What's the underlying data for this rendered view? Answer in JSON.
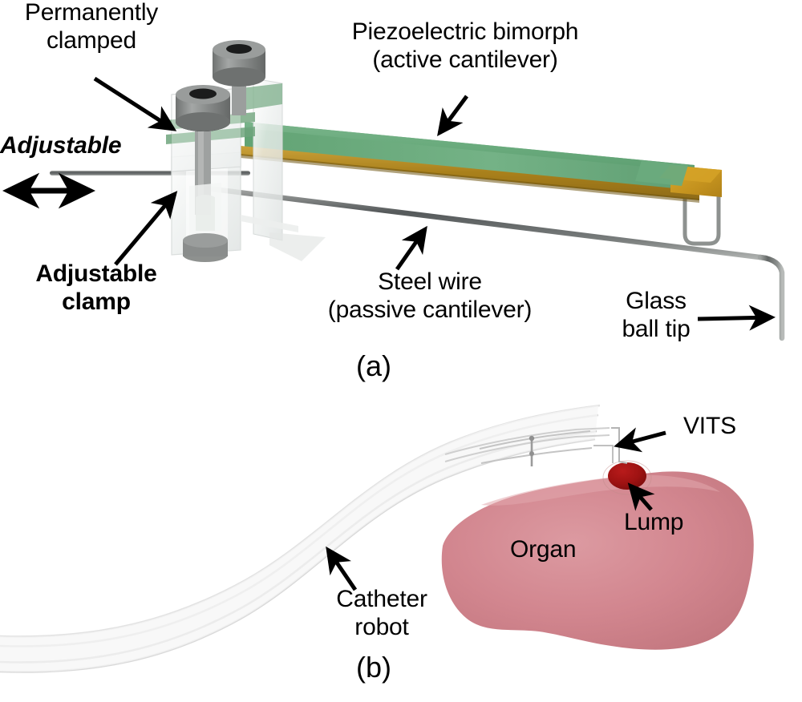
{
  "figure": {
    "panels": [
      {
        "tag": "(a)",
        "caption_position": "below-a"
      },
      {
        "tag": "(b)",
        "caption_position": "below-b"
      }
    ]
  },
  "panel_a": {
    "tag": "(a)",
    "labels": {
      "permanently_clamped": "Permanently\nclamped",
      "adjustable": "Adjustable",
      "adjustable_clamp": "Adjustable\nclamp",
      "piezoelectric_bimorph": "Piezoelectric bimorph\n(active cantilever)",
      "steel_wire": "Steel wire\n(passive cantilever)",
      "glass_ball_tip": "Glass\nball tip"
    },
    "components": {
      "bimorph_name": "piezoelectric-bimorph",
      "bimorph_top_color": "#6aab7d",
      "bimorph_side_color": "#4e8f62",
      "bimorph_gold_color": "#b88a22",
      "end_plate_color": "#c9941f",
      "steel_wire_color": "#6e7270",
      "clamp_body_color": "#e8eae9",
      "screw_color": "#8a8c8b",
      "pcb_green": "#79ab85"
    }
  },
  "panel_b": {
    "tag": "(b)",
    "labels": {
      "vits": "VITS",
      "lump": "Lump",
      "organ": "Organ",
      "catheter_robot": "Catheter\nrobot"
    },
    "components": {
      "organ_name": "organ-shape",
      "organ_color": "#d2868f",
      "organ_color_light": "#e0a0a6",
      "lump_name": "lump-shape",
      "lump_color": "#9e1212",
      "catheter_name": "catheter-robot-tube",
      "catheter_color": "#d4d4d4",
      "vits_name": "vits-device"
    }
  }
}
